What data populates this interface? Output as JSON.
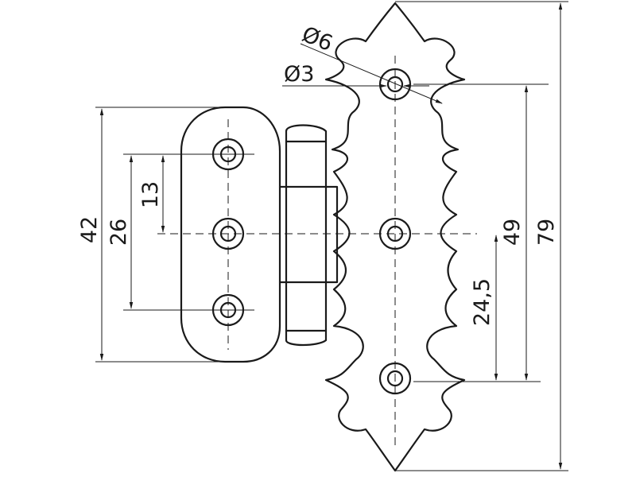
{
  "diagram": {
    "labels": {
      "hole_outer_diameter": "Ø6",
      "hole_inner_diameter": "Ø3",
      "leaf_height": "42",
      "leaf_hole_span": "26",
      "leaf_hole_pitch": "13",
      "plate_hole_pitch": "24,5",
      "plate_hole_span": "49",
      "plate_height": "79"
    }
  }
}
